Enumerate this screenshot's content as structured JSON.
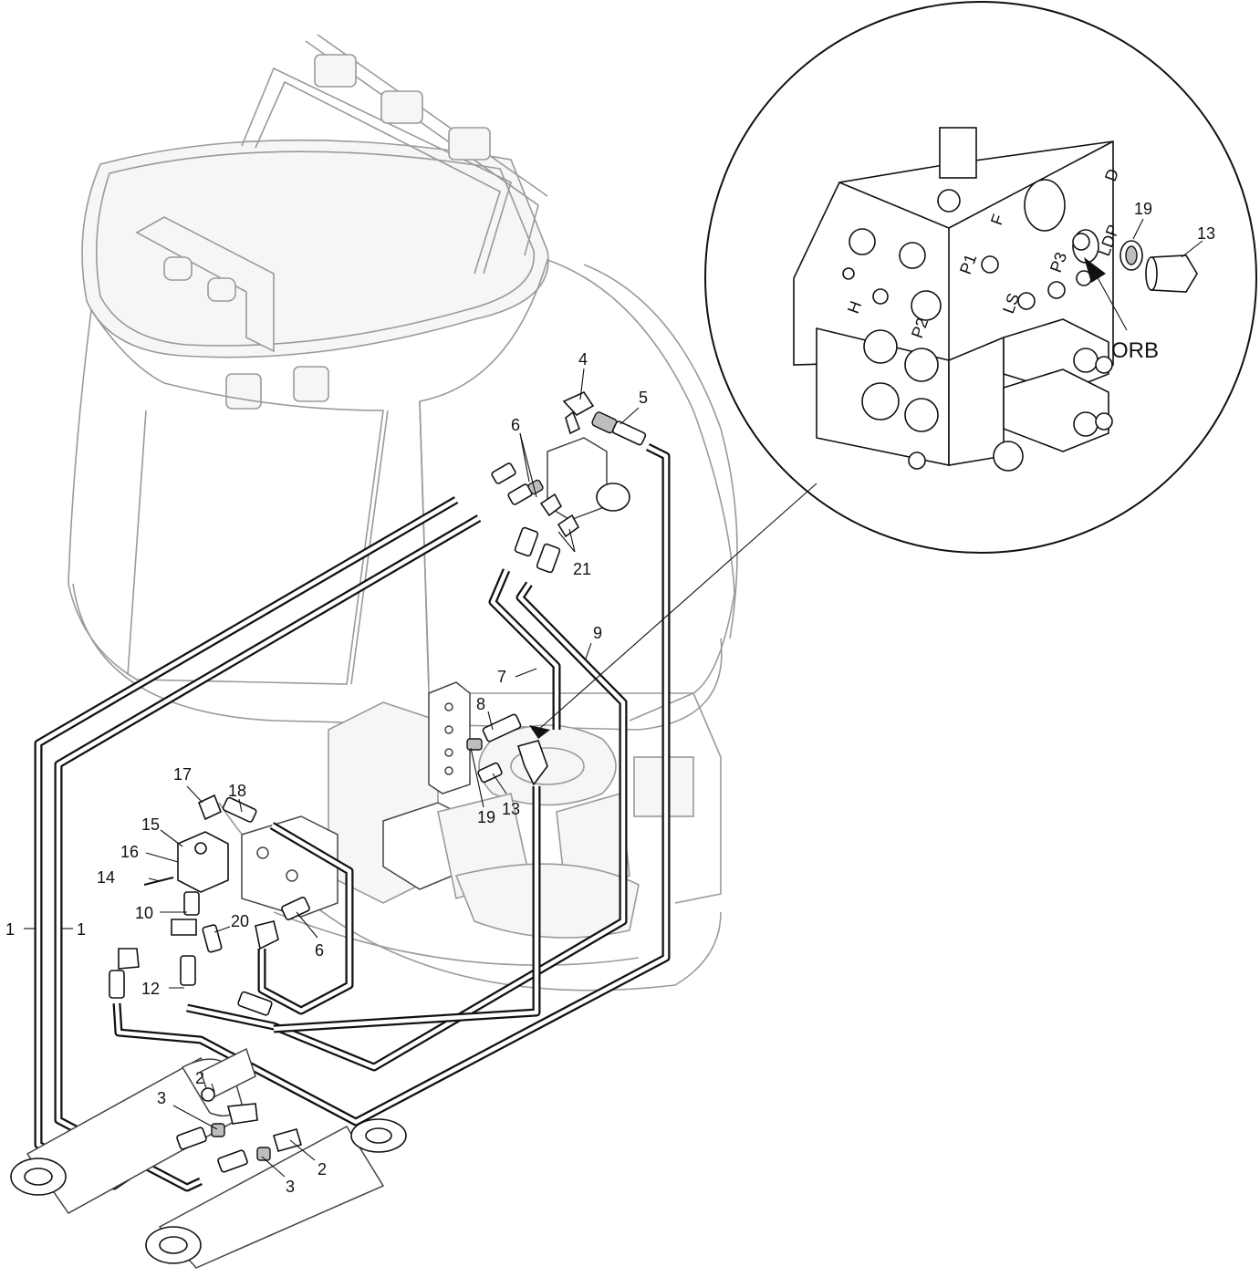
{
  "callouts": {
    "c1a": "1",
    "c1b": "1",
    "c2a": "2",
    "c2b": "2",
    "c3a": "3",
    "c3b": "3",
    "c4": "4",
    "c5": "5",
    "c6a": "6",
    "c6b": "6",
    "c7": "7",
    "c8": "8",
    "c9": "9",
    "c10": "10",
    "c12": "12",
    "c13a": "13",
    "c14": "14",
    "c15": "15",
    "c16": "16",
    "c17": "17",
    "c18": "18",
    "c19a": "19",
    "c20": "20",
    "c21": "21"
  },
  "detail": {
    "c19": "19",
    "c13": "13",
    "orb": "ORB",
    "port_labels": {
      "f": "F",
      "p1": "P1",
      "h": "H",
      "p2": "P2",
      "ls": "LS",
      "p3": "P3",
      "d": "D",
      "ldp": "LDP"
    }
  }
}
